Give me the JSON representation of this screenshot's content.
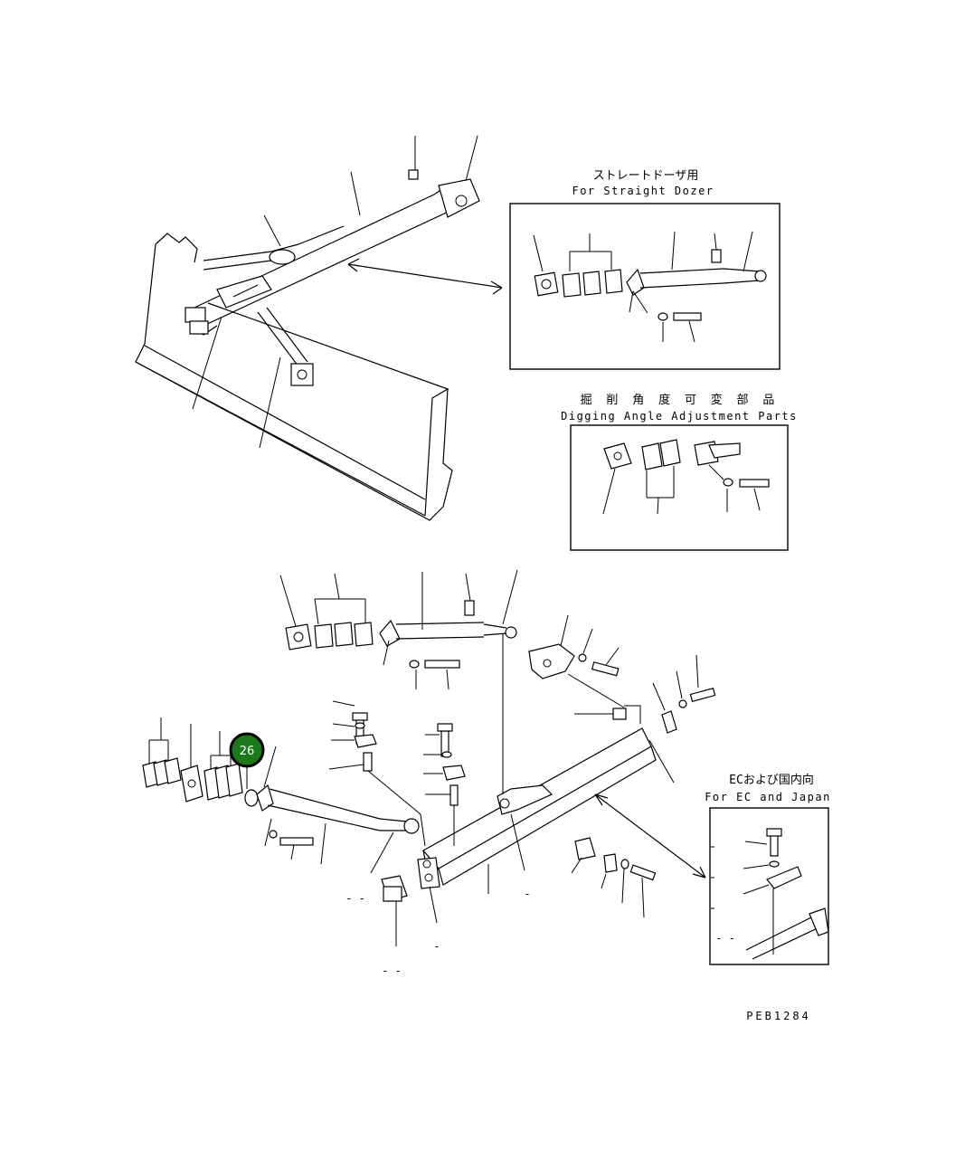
{
  "callouts": {
    "straight_dozer_jp": "ストレートドーザ用",
    "straight_dozer_en": "For Straight Dozer",
    "digging_angle_jp": "掘 削 角 度 可 変 部 品",
    "digging_angle_en": "Digging Angle Adjustment Parts",
    "ec_japan_jp": "ECおよび国内向",
    "ec_japan_en": "For EC and Japan"
  },
  "drawing_code": "PEB1284",
  "hotspot": {
    "label": "26",
    "color": "#1a7a1a"
  },
  "dash_marks": [
    "- -",
    "-",
    "-",
    "- -",
    "- -"
  ]
}
